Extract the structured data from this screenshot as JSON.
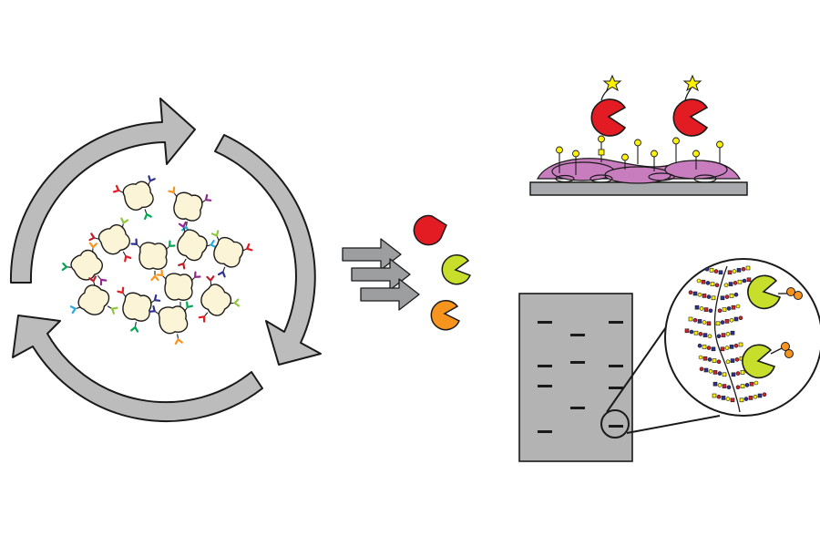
{
  "figure": {
    "background": "#ffffff",
    "panels": [
      {
        "id": "selection-cycle",
        "kind": "cycle of three curved arrows surrounding a cluster of phage-like particles with colored binding tips"
      },
      {
        "id": "transfer-arrows",
        "kind": "three grey block arrows pointing right"
      },
      {
        "id": "binder-pool",
        "kind": "three pac-man shaped binders",
        "colors": [
          "#e31b23",
          "#c7de2b",
          "#f7941d"
        ]
      },
      {
        "id": "cell-surface-assay",
        "kind": "two red binders with yellow star labels above glycan-decorated cells on a grey surface"
      },
      {
        "id": "gel-blot-assay",
        "kind": "grey gel with dark bands and a magnified circle showing a glycan-decorated strand bound by two yellow-green binders"
      }
    ]
  },
  "colors": {
    "arrow_grey": "#bcbcbd",
    "outline": "#1a1a1a",
    "particle_body": "#fcf4d6",
    "binder_red": "#e31b23",
    "binder_lime": "#c7de2b",
    "binder_orange": "#f7941d",
    "cell_pink": "#c77dbe",
    "surface_grey": "#a7a9ac",
    "gel_grey": "#b3b3b3",
    "glycan_yellow": "#fff200",
    "glycan_blue": "#2e3192",
    "glycan_red": "#d2232a",
    "star_yellow": "#fff200",
    "tag_orange": "#f7941d"
  },
  "icons": [
    "cycle-arrow-icon",
    "phage-particle-icon",
    "block-arrow-icon",
    "binder-icon",
    "star-label-icon",
    "glycan-icon",
    "gel-band-icon",
    "magnifier-circle-icon"
  ]
}
